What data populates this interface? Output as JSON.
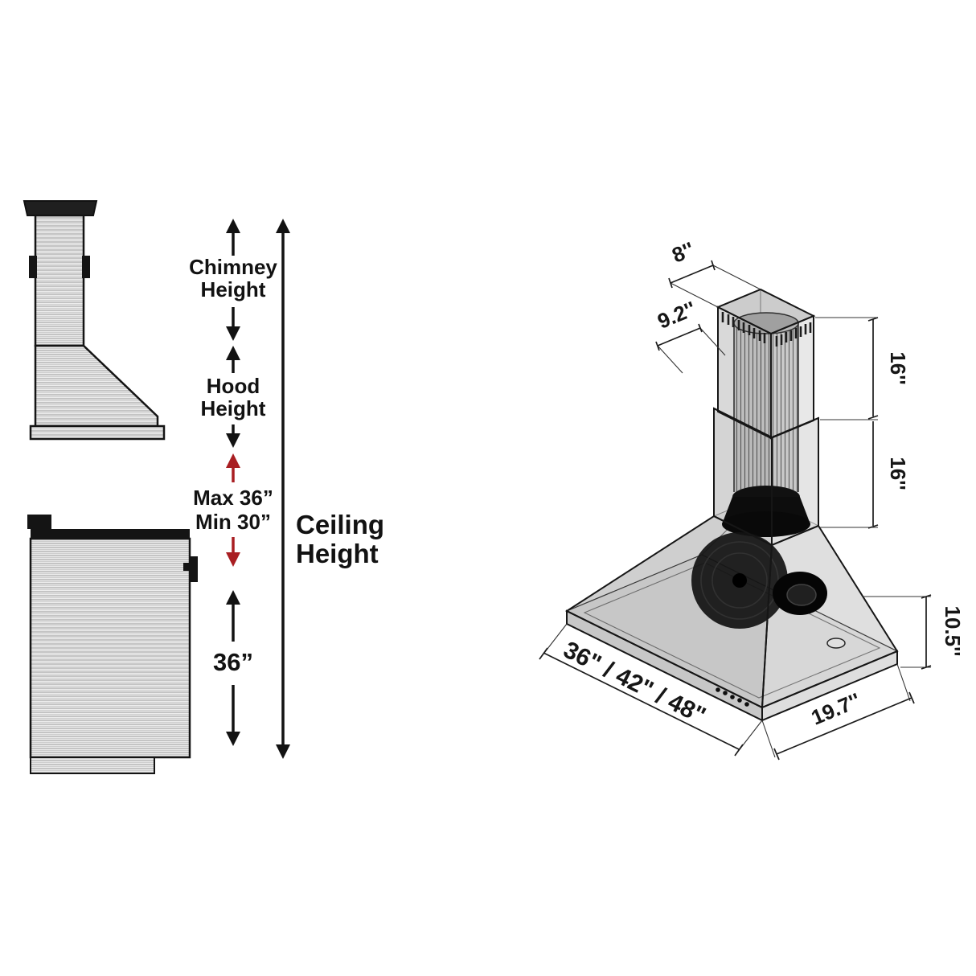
{
  "installation_diagram": {
    "chimney_height": {
      "line1": "Chimney",
      "line2": "Height"
    },
    "hood_height": {
      "line1": "Hood",
      "line2": "Height"
    },
    "mounting_range": {
      "max": "Max 36”",
      "min": "Min 30”"
    },
    "countertop_clearance": "36”",
    "ceiling_height": {
      "line1": "Ceiling",
      "line2": "Height"
    },
    "colors": {
      "accent_red": "#A91E22",
      "text_black": "#121212"
    }
  },
  "product_dimensions": {
    "chimney_width": "8''",
    "chimney_depth": "9.2''",
    "upper_chimney_height": "16''",
    "lower_chimney_height": "16''",
    "hood_body_height": "10.5''",
    "hood_width_options": "36\" / 42\" / 48\"",
    "hood_depth": "19.7''"
  }
}
